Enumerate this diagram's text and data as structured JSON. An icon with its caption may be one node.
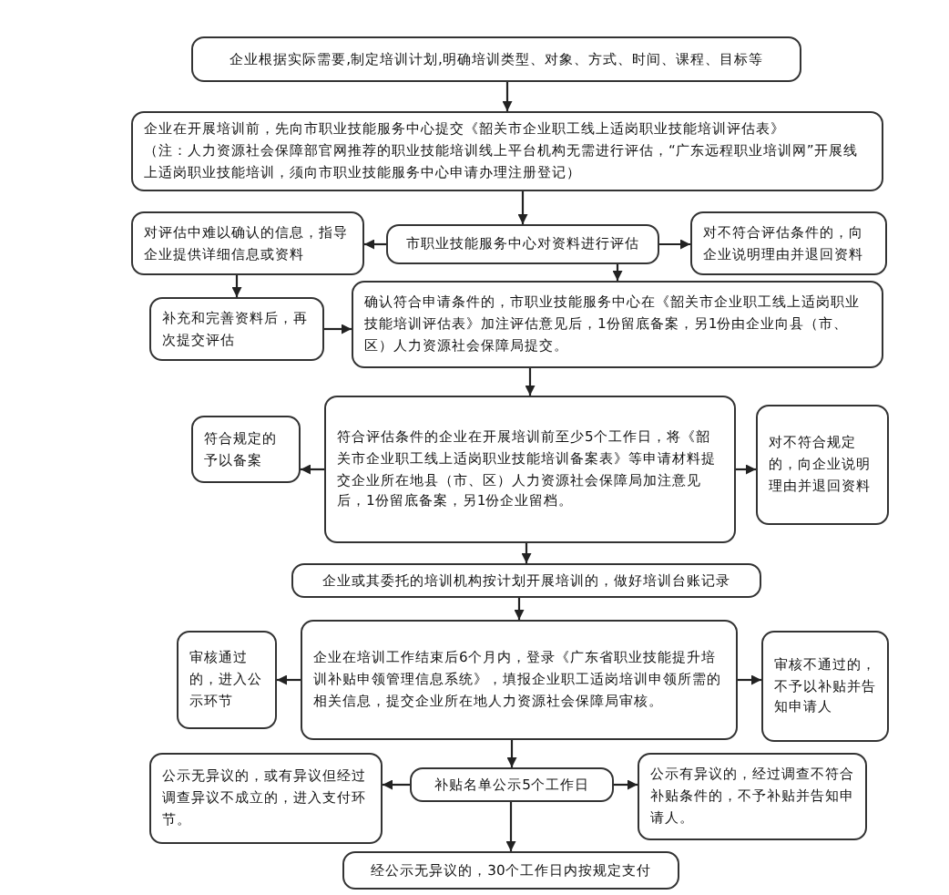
{
  "diagram": {
    "nodes": [
      {
        "text": [
          "企业根据实际需要,制定培训计划,明确培训类型、对象、方式、时间、课程、目标等"
        ]
      },
      {
        "text": [
          "企业在开展培训前，先向市职业技能服务中心提交《韶关市企业职工线上适岗职业技能培训评估表》",
          "（注：人力资源社会保障部官网推荐的职业技能培训线上平台机构无需进行评估，“广东远程职业培训网”开展线上适岗职业技能培训，须向市职业技能服务中心申请办理注册登记）"
        ]
      },
      {
        "text": [
          "对评估中难以确认的信息，指导企业提供详细信息或资料"
        ]
      },
      {
        "text": [
          "市职业技能服务中心对资料进行评估"
        ]
      },
      {
        "text": [
          "对不符合评估条件的，向企业说明理由并退回资料"
        ]
      },
      {
        "text": [
          "补充和完善资料后，再次提交评估"
        ]
      },
      {
        "text": [
          "确认符合申请条件的，市职业技能服务中心在《韶关市企业职工线上适岗职业技能培训评估表》加注评估意见后，1份留底备案，另1份由企业向县（市、区）人力资源社会保障局提交。"
        ]
      },
      {
        "text": [
          "符合评估条件的企业在开展培训前至少5个工作日，将《韶关市企业职工线上适岗职业技能培训备案表》等申请材料提交企业所在地县（市、区）人力资源社会保障局加注意见后，1份留底备案，另1份企业留档。"
        ]
      },
      {
        "text": [
          "符合规定的予以备案"
        ]
      },
      {
        "text": [
          "对不符合规定的，向企业说明理由并退回资料"
        ]
      },
      {
        "text": [
          "企业或其委托的培训机构按计划开展培训的，做好培训台账记录"
        ]
      },
      {
        "text": [
          "企业在培训工作结束后6个月内，登录《广东省职业技能提升培训补贴申领管理信息系统》，填报企业职工适岗培训申领所需的相关信息，提交企业所在地人力资源社会保障局审核。"
        ]
      },
      {
        "text": [
          "审核通过的，进入公示环节"
        ]
      },
      {
        "text": [
          "审核不通过的，不予以补贴并告知申请人"
        ]
      },
      {
        "text": [
          "公示无异议的，或有异议但经过调查异议不成立的，进入支付环节。"
        ]
      },
      {
        "text": [
          "补贴名单公示5个工作日"
        ]
      },
      {
        "text": [
          "公示有异议的，经过调查不符合补贴条件的，不予补贴并告知申请人。"
        ]
      },
      {
        "text": [
          "经公示无异议的，30个工作日内按规定支付"
        ]
      }
    ],
    "edges": [
      {
        "from": 0,
        "to": 1,
        "arrow": "to"
      },
      {
        "from": 1,
        "to": 3,
        "arrow": "to"
      },
      {
        "from": 3,
        "to": 2,
        "arrow": "to"
      },
      {
        "from": 3,
        "to": 4,
        "arrow": "to"
      },
      {
        "from": 3,
        "to": 6,
        "arrow": "to"
      },
      {
        "from": 2,
        "to": 5,
        "arrow": "to"
      },
      {
        "from": 5,
        "to": 6,
        "arrow": "to"
      },
      {
        "from": 6,
        "to": 7,
        "arrow": "to"
      },
      {
        "from": 7,
        "to": 8,
        "arrow": "to"
      },
      {
        "from": 7,
        "to": 9,
        "arrow": "to"
      },
      {
        "from": 7,
        "to": 10,
        "arrow": "to"
      },
      {
        "from": 10,
        "to": 11,
        "arrow": "to"
      },
      {
        "from": 11,
        "to": 12,
        "arrow": "to"
      },
      {
        "from": 11,
        "to": 13,
        "arrow": "to"
      },
      {
        "from": 11,
        "to": 15,
        "arrow": "to"
      },
      {
        "from": 15,
        "to": 14,
        "arrow": "to"
      },
      {
        "from": 15,
        "to": 16,
        "arrow": "to"
      },
      {
        "from": 15,
        "to": 17,
        "arrow": "to"
      }
    ]
  }
}
